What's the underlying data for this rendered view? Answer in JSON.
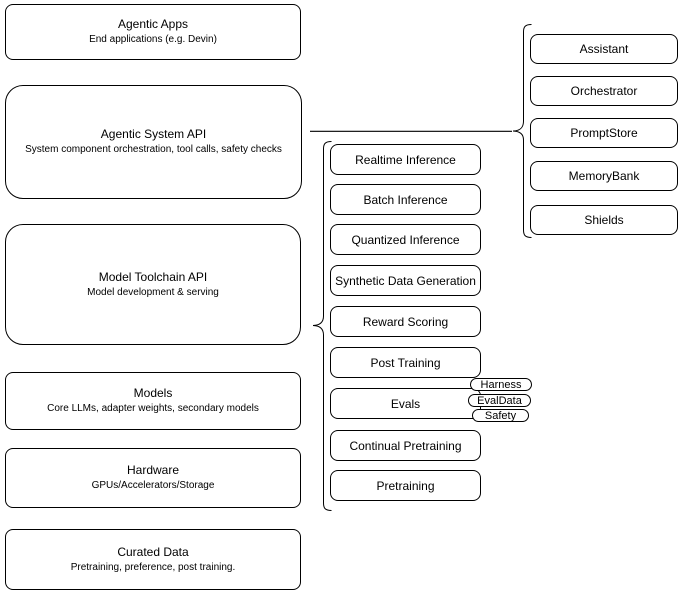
{
  "colors": {
    "stroke": "#000000",
    "background": "#ffffff",
    "text": "#000000"
  },
  "left_stack": [
    {
      "title": "Agentic Apps",
      "subtitle": "End applications (e.g. Devin)"
    },
    {
      "title": "Agentic System API",
      "subtitle": "System component orchestration, tool calls, safety checks"
    },
    {
      "title": "Model Toolchain API",
      "subtitle": "Model development & serving"
    },
    {
      "title": "Models",
      "subtitle": "Core LLMs, adapter weights, secondary models"
    },
    {
      "title": "Hardware",
      "subtitle": "GPUs/Accelerators/Storage"
    },
    {
      "title": "Curated Data",
      "subtitle": "Pretraining, preference, post training."
    }
  ],
  "toolchain_items": [
    "Realtime Inference",
    "Batch Inference",
    "Quantized Inference",
    "Synthetic Data Generation",
    "Reward Scoring",
    "Post Training",
    "Evals",
    "Continual Pretraining",
    "Pretraining"
  ],
  "eval_tags": [
    "Harness",
    "EvalData",
    "Safety"
  ],
  "system_components": [
    "Assistant",
    "Orchestrator",
    "PromptStore",
    "MemoryBank",
    "Shields"
  ]
}
